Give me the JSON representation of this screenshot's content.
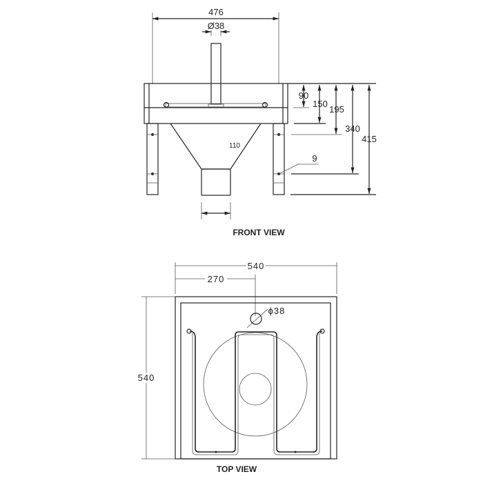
{
  "front_view": {
    "label": "FRONT VIEW",
    "dimensions": {
      "overall_width": "476",
      "pipe_diameter": "Ø38",
      "d90": "90",
      "d150": "150",
      "d195": "195",
      "d340": "340",
      "d415": "415",
      "funnel_outlet": "110",
      "bolt": "9"
    }
  },
  "top_view": {
    "label": "TOP VIEW",
    "dimensions": {
      "width": "540",
      "half_width": "270",
      "pipe_diameter": "ϕ38",
      "depth": "540"
    }
  }
}
